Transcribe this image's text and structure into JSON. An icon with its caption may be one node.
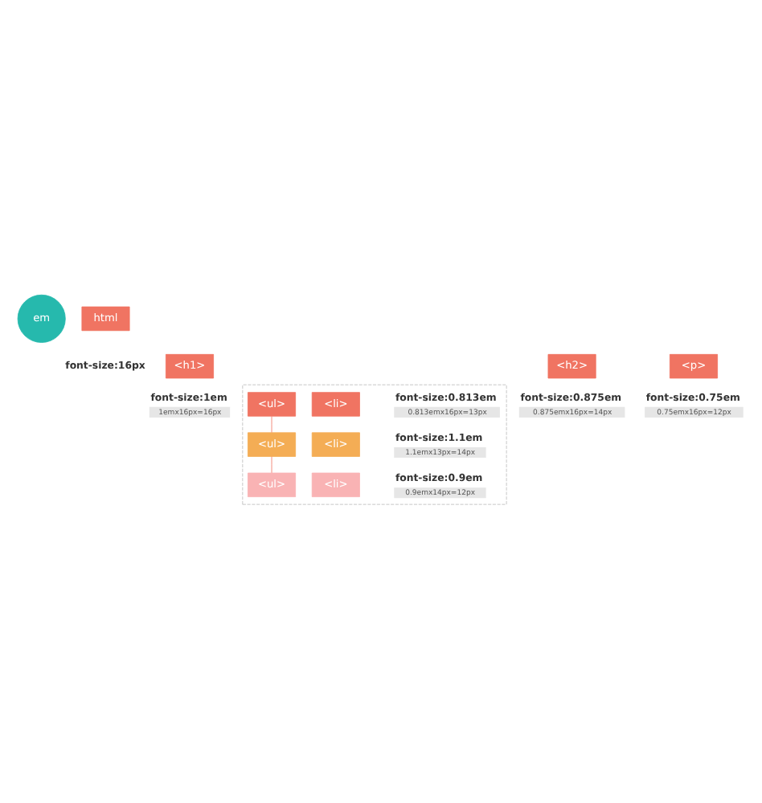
{
  "diagram": {
    "nodes": [
      {
        "text": [
          "em"
        ]
      },
      {
        "text": [
          "html"
        ],
        "beside": [
          "font-size:16px"
        ]
      },
      {
        "text": [
          "<h1>"
        ],
        "beside": [
          "font-size:1em",
          "1emx16px=16px"
        ]
      },
      {
        "text": [
          "<h2>"
        ],
        "beside": [
          "font-size:0.875em",
          "0.875emx16px=14px"
        ]
      },
      {
        "text": [
          "<p>"
        ],
        "beside": [
          "font-size:0.75em",
          "0.75emx16px=12px"
        ]
      },
      {
        "text": [],
        "shape": "box"
      },
      {
        "text": [
          "<ul>"
        ],
        "in": 5
      },
      {
        "text": [
          "<li>"
        ],
        "in": 5,
        "beside": [
          "font-size:0.813em",
          "0.813emx16px=13px"
        ]
      },
      {
        "text": [
          "<ul>"
        ],
        "in": 5
      },
      {
        "text": [
          "<li>"
        ],
        "in": 5,
        "beside": [
          "font-size:1.1em",
          "1.1emx13px=14px"
        ]
      },
      {
        "text": [
          "<ul>"
        ],
        "in": 5
      },
      {
        "text": [
          "<li>"
        ],
        "in": 5,
        "beside": [
          "font-size:0.9em",
          "0.9emx14px=12px"
        ]
      }
    ],
    "edges": [
      {
        "from": 6,
        "to": 8,
        "arrow": "none"
      },
      {
        "from": 8,
        "to": 10,
        "arrow": "none"
      }
    ]
  }
}
